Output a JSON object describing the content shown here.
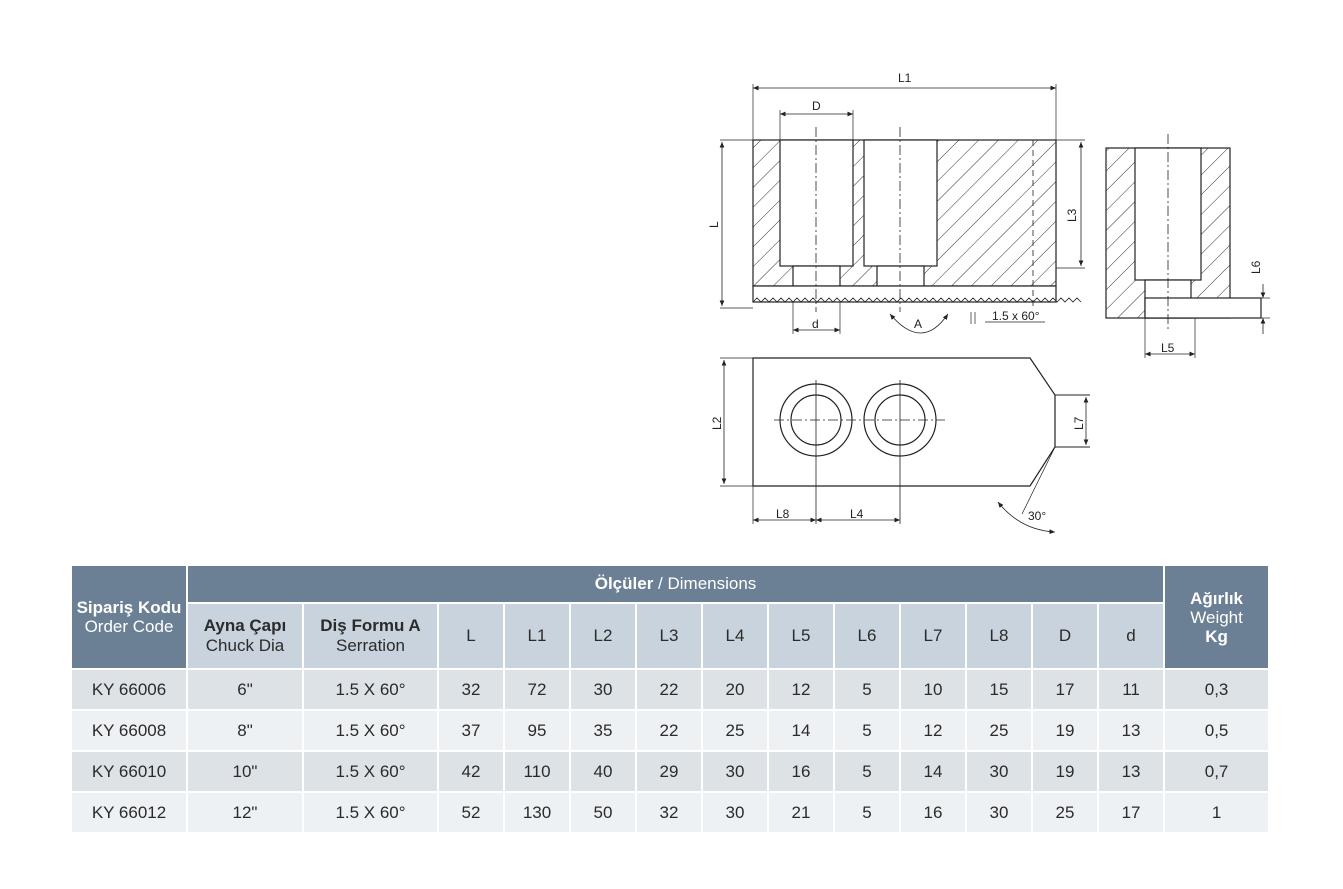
{
  "drawing": {
    "labels": {
      "L1": "L1",
      "D": "D",
      "L": "L",
      "L3": "L3",
      "L6": "L6",
      "d": "d",
      "A": "A",
      "serration": "1.5 x 60°",
      "L5": "L5",
      "L2": "L2",
      "L7": "L7",
      "L8": "L8",
      "L4": "L4",
      "angle": "30°"
    }
  },
  "table": {
    "header": {
      "order_tr": "Sipariş Kodu",
      "order_en": "Order Code",
      "dims_tr": "Ölçüler",
      "dims_sep": " / ",
      "dims_en": "Dimensions",
      "weight_tr": "Ağırlık",
      "weight_en": "Weight",
      "weight_unit": "Kg",
      "chuck_tr": "Ayna Çapı",
      "chuck_en": "Chuck Dia",
      "serr_tr": "Diş Formu A",
      "serr_en": "Serration",
      "dims": [
        "L",
        "L1",
        "L2",
        "L3",
        "L4",
        "L5",
        "L6",
        "L7",
        "L8",
        "D",
        "d"
      ]
    },
    "rows": [
      [
        "KY 66006",
        "6\"",
        "1.5 X 60°",
        "32",
        "72",
        "30",
        "22",
        "20",
        "12",
        "5",
        "10",
        "15",
        "17",
        "11",
        "0,3"
      ],
      [
        "KY 66008",
        "8\"",
        "1.5 X 60°",
        "37",
        "95",
        "35",
        "22",
        "25",
        "14",
        "5",
        "12",
        "25",
        "19",
        "13",
        "0,5"
      ],
      [
        "KY 66010",
        "10\"",
        "1.5 X 60°",
        "42",
        "110",
        "40",
        "29",
        "30",
        "16",
        "5",
        "14",
        "30",
        "19",
        "13",
        "0,7"
      ],
      [
        "KY 66012",
        "12\"",
        "1.5 X 60°",
        "52",
        "130",
        "50",
        "32",
        "30",
        "21",
        "5",
        "16",
        "30",
        "25",
        "17",
        "1"
      ]
    ]
  }
}
